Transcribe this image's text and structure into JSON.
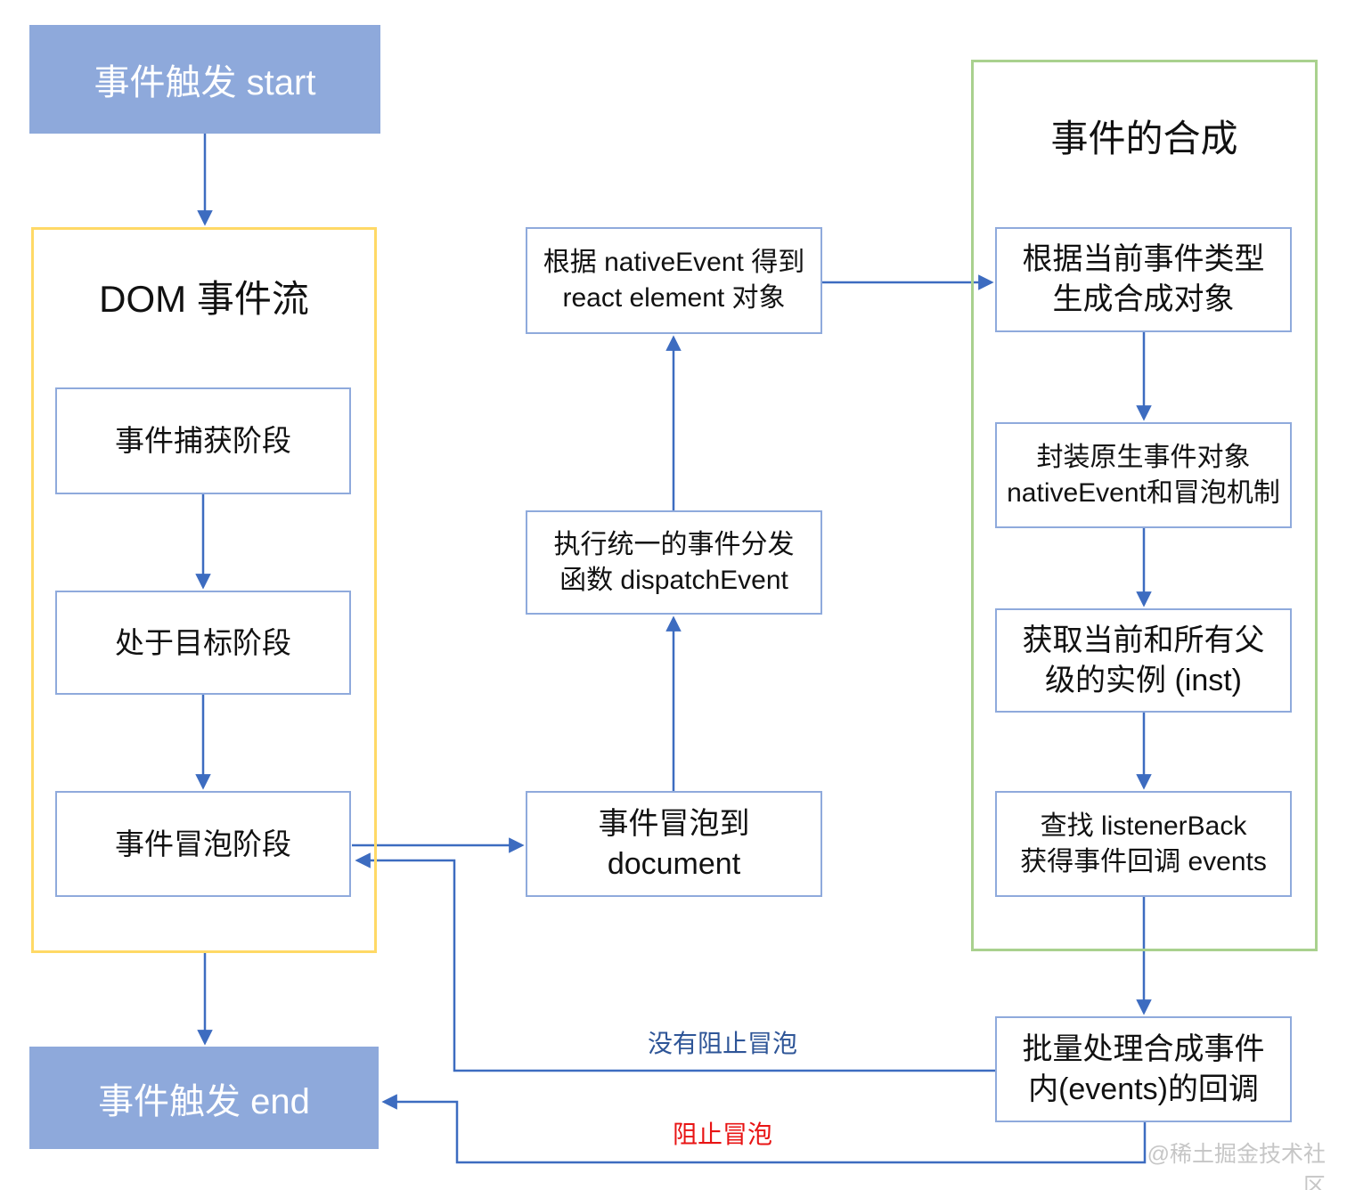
{
  "diagram": {
    "start": {
      "label": "事件触发 start"
    },
    "end": {
      "label": "事件触发 end"
    },
    "dom_flow": {
      "title": "DOM 事件流",
      "capture": "事件捕获阶段",
      "target": "处于目标阶段",
      "bubble": "事件冒泡阶段"
    },
    "middle": {
      "native_event": {
        "line1": "根据 nativeEvent 得到",
        "line2": "react element 对象"
      },
      "dispatch": {
        "line1": "执行统一的事件分发",
        "line2": "函数 dispatchEvent"
      },
      "bubble_doc": {
        "line1": "事件冒泡到",
        "line2": "document"
      }
    },
    "synthesis": {
      "title": "事件的合成",
      "gen": {
        "line1": "根据当前事件类型",
        "line2": "生成合成对象"
      },
      "wrap": {
        "line1": "封装原生事件对象",
        "line2": "nativeEvent和冒泡机制"
      },
      "inst": {
        "line1": "获取当前和所有父",
        "line2": "级的实例 (inst)"
      },
      "listener": {
        "line1": "查找 listenerBack",
        "line2": "获得事件回调 events"
      }
    },
    "batch": {
      "line1": "批量处理合成事件",
      "line2": "内(events)的回调"
    },
    "edge_labels": {
      "no_stop": "没有阻止冒泡",
      "stop": "阻止冒泡"
    },
    "watermark": "@稀土掘金技术社区"
  },
  "colors": {
    "arrow": "#3d6cc0",
    "node-border": "#8faadc",
    "start-fill": "#8ea9db",
    "start-text": "#ffffff",
    "yellow-border": "#ffd966",
    "green-border": "#a9d18e",
    "label-blue": "#2e5597",
    "label-red": "#e81414",
    "watermark-gray": "#c6c6c6",
    "text": "#111111"
  }
}
